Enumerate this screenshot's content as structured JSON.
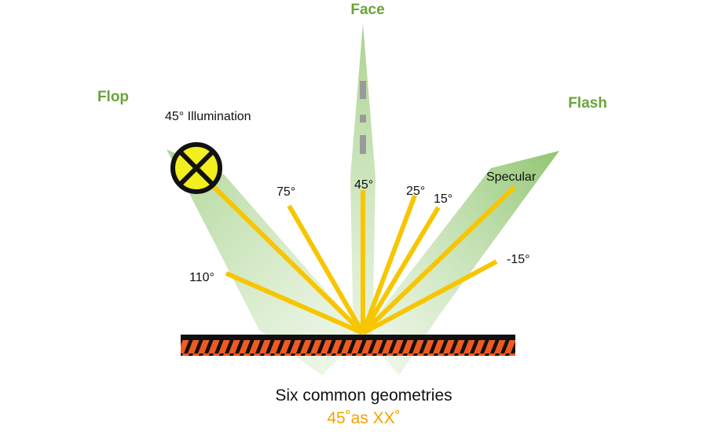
{
  "labels": {
    "face": "Face",
    "flop": "Flop",
    "flash": "Flash",
    "illumination": "45° Illumination",
    "specular": "Specular"
  },
  "angles": [
    "110°",
    "75°",
    "45°",
    "25°",
    "15°",
    "-15°"
  ],
  "caption": {
    "title": "Six common geometries",
    "subtitle": "45˚as XX˚"
  },
  "colors": {
    "group_label": "#6aa43a",
    "ray": "#f7c600",
    "cone": "#a9d38c",
    "surface": "#f05a22",
    "surface_stripe": "#111111",
    "subtitle": "#f5a000",
    "lamp_fill": "#f2ee1f"
  },
  "icons": [
    "light-source-icon",
    "surface-hatch-icon"
  ]
}
